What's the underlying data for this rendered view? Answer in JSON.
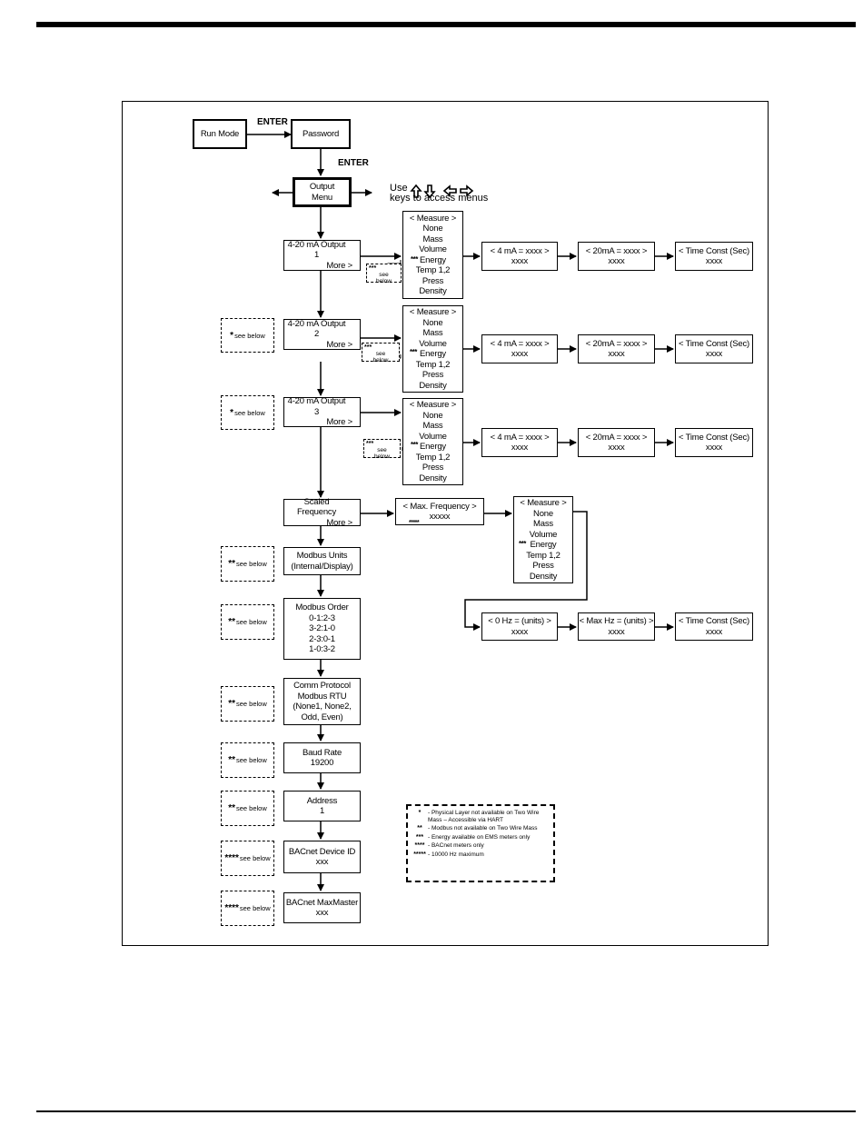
{
  "flow": {
    "run_mode": "Run Mode",
    "enter1": "ENTER",
    "password": "Password",
    "enter2": "ENTER",
    "output_menu": [
      "Output",
      "Menu"
    ],
    "nav_hint": {
      "use": "Use",
      "line2": "keys to access menus"
    },
    "outputs": [
      {
        "title": "4-20 mA Output 1",
        "more": "More >"
      },
      {
        "title": "4-20 mA Output 2",
        "more": "More >"
      },
      {
        "title": "4-20 mA Output 3",
        "more": "More >"
      }
    ],
    "measure_list": [
      "< Measure >",
      "None",
      "Mass",
      "Volume",
      "Energy",
      "Temp 1,2",
      "Press",
      "Density"
    ],
    "four_ma": [
      "< 4 mA = xxxx >",
      "xxxx"
    ],
    "twenty_ma": [
      "< 20mA = xxxx >",
      "xxxx"
    ],
    "time_const": [
      "< Time Const (Sec)",
      "xxxx"
    ],
    "scaled_freq": {
      "title": "Scaled Frequency",
      "more": "More >"
    },
    "max_freq": [
      "< Max. Frequency >",
      "xxxxx",
      "*****"
    ],
    "zero_hz": [
      "< 0 Hz = (units) >",
      "xxxx"
    ],
    "max_hz": [
      "< Max Hz = (units) >",
      "xxxx"
    ],
    "modbus_units": [
      "Modbus Units",
      "(Internal/Display)"
    ],
    "modbus_order": [
      "Modbus Order",
      "0-1:2-3",
      "3-2:1-0",
      "2-3:0-1",
      "1-0:3-2"
    ],
    "comm_protocol": [
      "Comm Protocol",
      "Modbus RTU",
      "(None1, None2,",
      "Odd, Even)"
    ],
    "baud_rate": [
      "Baud Rate",
      "19200"
    ],
    "address": [
      "Address",
      "1"
    ],
    "bacnet_id": [
      "BACnet Device ID",
      "xxx"
    ],
    "bacnet_max": [
      "BACnet MaxMaster",
      "xxx"
    ],
    "see_below": "see below",
    "see_below_tag": [
      "***",
      "see",
      "below"
    ],
    "stars": {
      "one": "*",
      "two": "**",
      "three": "***",
      "four": "****",
      "five": "*****"
    }
  },
  "legend": [
    {
      "mark": "*",
      "text": "- Physical Layer not available on Two Wire Mass – Accessible via HART"
    },
    {
      "mark": "**",
      "text": "- Modbus not available on Two Wire Mass"
    },
    {
      "mark": "***",
      "text": "- Energy available on EMS meters only"
    },
    {
      "mark": "****",
      "text": "- BACnet meters only"
    },
    {
      "mark": "*****",
      "text": "- 10000 Hz maximum"
    }
  ]
}
